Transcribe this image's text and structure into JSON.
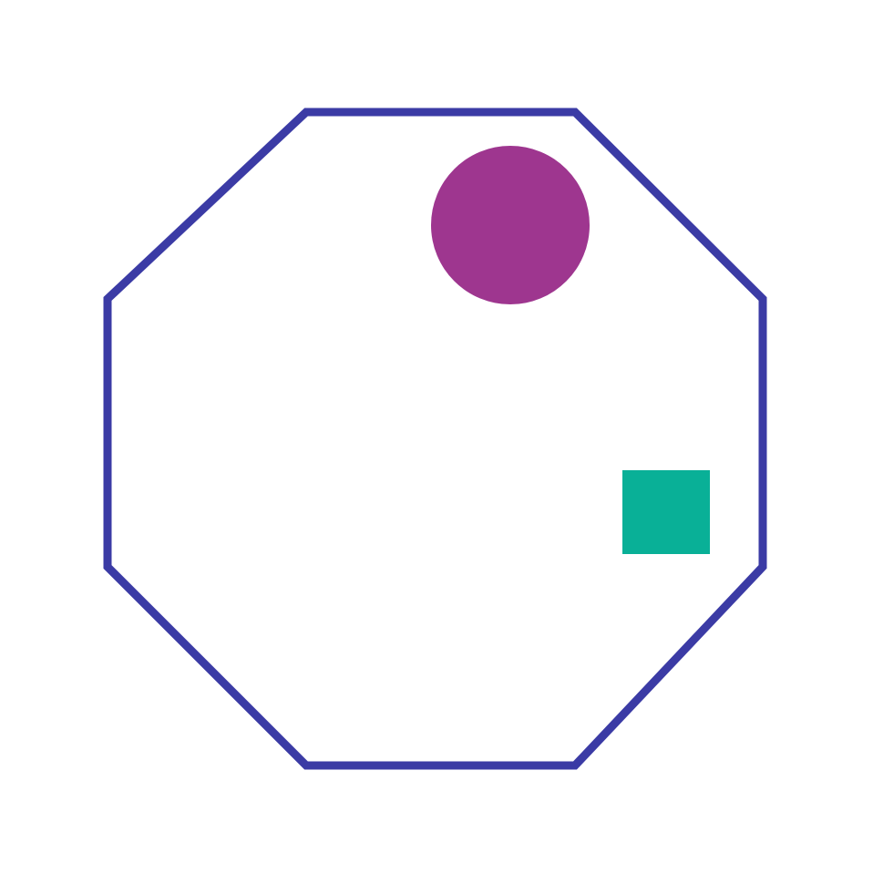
{
  "background_color": "#ffffff",
  "shapes": [
    {
      "kind": "octagon",
      "name": "octagon-outline",
      "stroke": "#3b3ba5",
      "fill": "none"
    },
    {
      "kind": "circle",
      "name": "magenta-circle",
      "fill": "#9e368f"
    },
    {
      "kind": "square",
      "name": "teal-square",
      "fill": "#09b097"
    }
  ]
}
